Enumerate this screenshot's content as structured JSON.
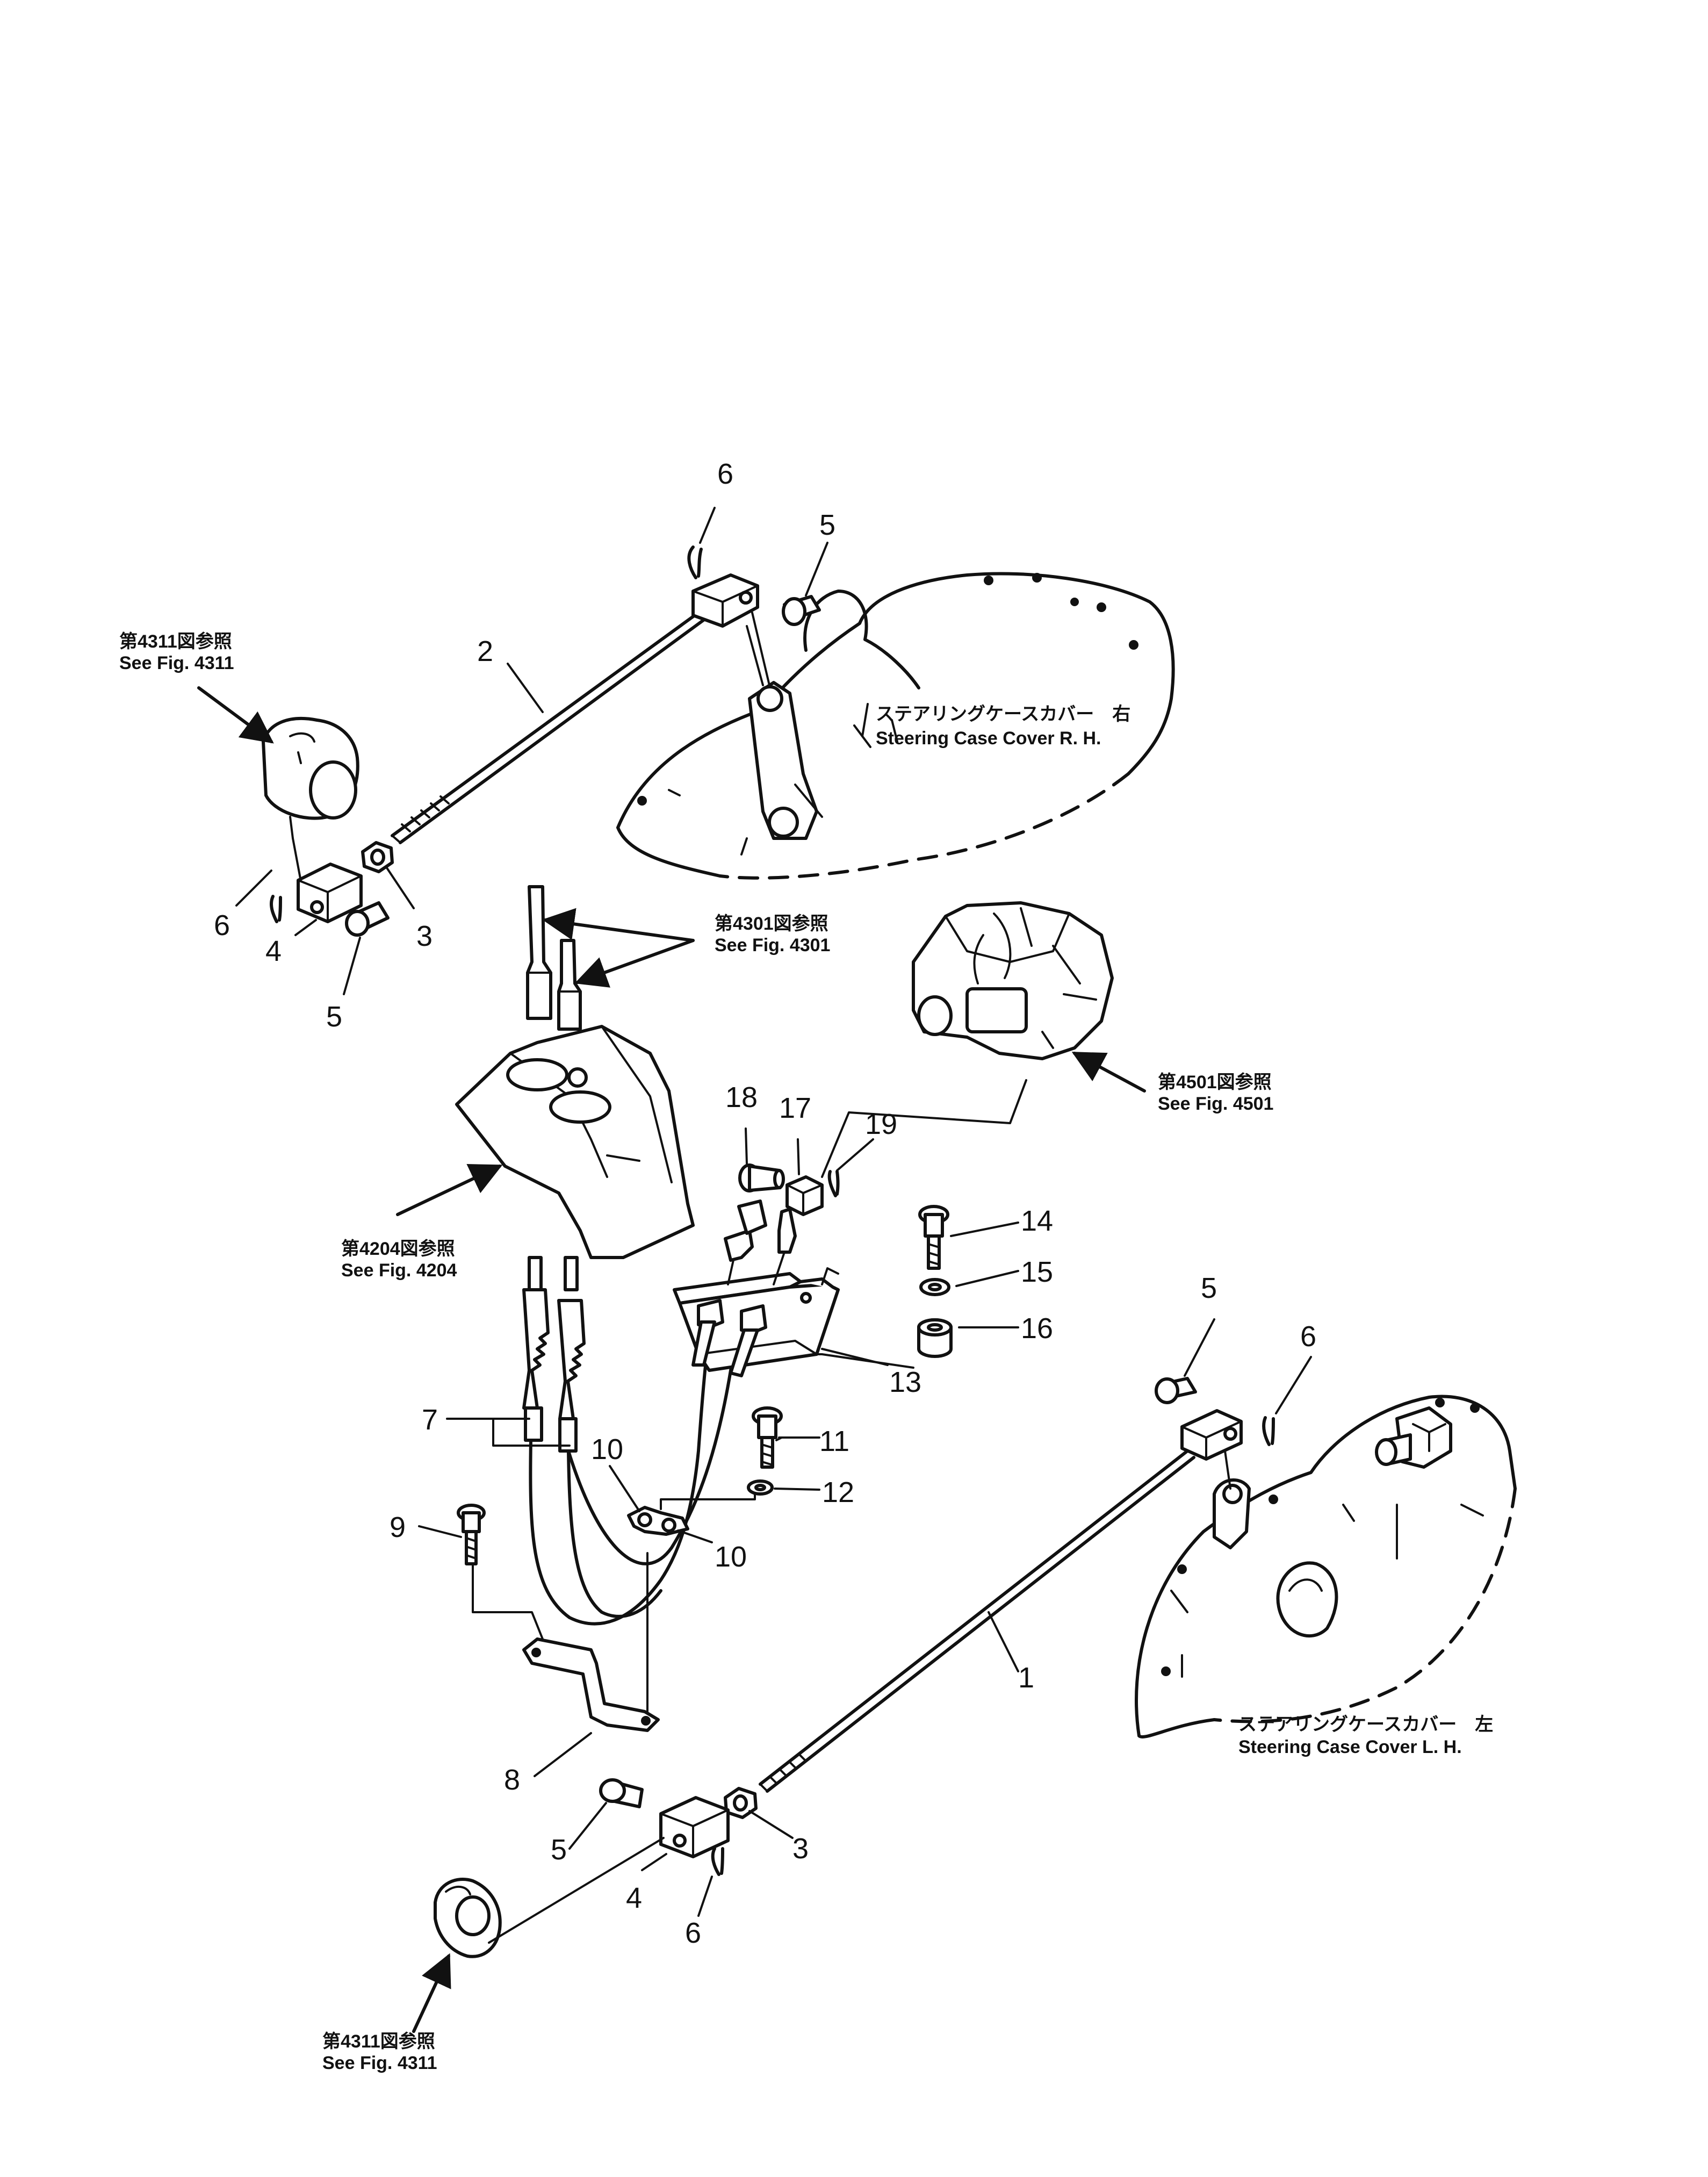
{
  "part_numbers": [
    "1",
    "2",
    "3",
    "3",
    "4",
    "4",
    "5",
    "5",
    "5",
    "5",
    "6",
    "6",
    "6",
    "6",
    "7",
    "8",
    "9",
    "10",
    "10",
    "11",
    "12",
    "13",
    "14",
    "15",
    "16",
    "17",
    "18",
    "19"
  ],
  "references": {
    "fig4311_top": {
      "jp": "第4311図参照",
      "en": "See Fig. 4311"
    },
    "fig4301": {
      "jp": "第4301図参照",
      "en": "See Fig. 4301"
    },
    "fig4501": {
      "jp": "第4501図参照",
      "en": "See Fig. 4501"
    },
    "fig4204": {
      "jp": "第4204図参照",
      "en": "See Fig. 4204"
    },
    "fig4311_bottom": {
      "jp": "第4311図参照",
      "en": "See Fig. 4311"
    }
  },
  "covers": {
    "rh": {
      "jp": "ステアリングケースカバー　右",
      "en": "Steering Case Cover R. H."
    },
    "lh": {
      "jp": "ステアリングケースカバー　左",
      "en": "Steering Case Cover L. H."
    }
  }
}
